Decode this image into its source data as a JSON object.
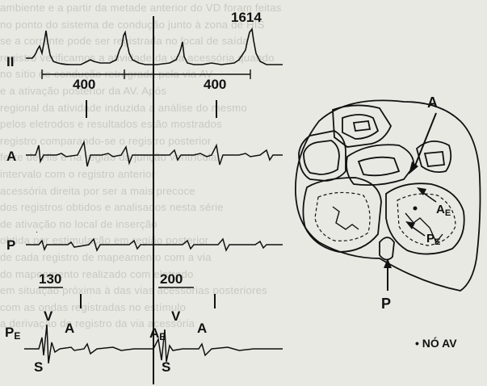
{
  "background_text": [
    "ambiente e a partir da metade anterior do VD foram feitas",
    "no ponto do sistema de condução junto à zona de HIS",
    "se a corrente pode ser registrada no local de saída",
    "registro verificamos a atividade da via acessória quando",
    "no sítio de condução retrógrada pela via AV",
    "e a ativação posterior da AV. Após",
    "regional da atividade induzida a análise do mesmo",
    "pelos eletrodos e resultados estão mostrados",
    "registro comparando-se o registro posterior",
    "feixe de His e na região da junção ventricular",
    "intervalo com o registro anterior",
    "acessória direita por ser a mais precoce",
    "dos registros obtidos e analisados nesta série",
    "de ativação no local de inserção",
    "obtida por estimulação em região posterior",
    "de cada registro de mapeamento com a via",
    "do mapeamento realizado com eletrodo",
    "em situação próxima à das vias acessórias posteriores",
    "com as ondas registradas no estímulo",
    "a derivação de registro da via acessória"
  ],
  "tracings": {
    "lead_ii_label": "II",
    "lead_a_label": "A",
    "lead_p_label": "P",
    "lead_pe_label": "PE",
    "top_value": "1614",
    "interval_left": "400",
    "interval_right": "400",
    "interval_p_left": "130",
    "interval_p_right": "200",
    "pe_wave_v_left": "V",
    "pe_wave_a_left": "A",
    "pe_wave_s_left": "S",
    "pe_marker": "AE",
    "pe_wave_v_right": "V",
    "pe_wave_a_right": "A",
    "pe_wave_s_right": "S"
  },
  "heart_diagram": {
    "arrow_top_label": "A",
    "arrow_bottom_label": "P",
    "site_ae_label": "AE",
    "site_pe_label": "PE",
    "legend": "• NÓ AV"
  }
}
